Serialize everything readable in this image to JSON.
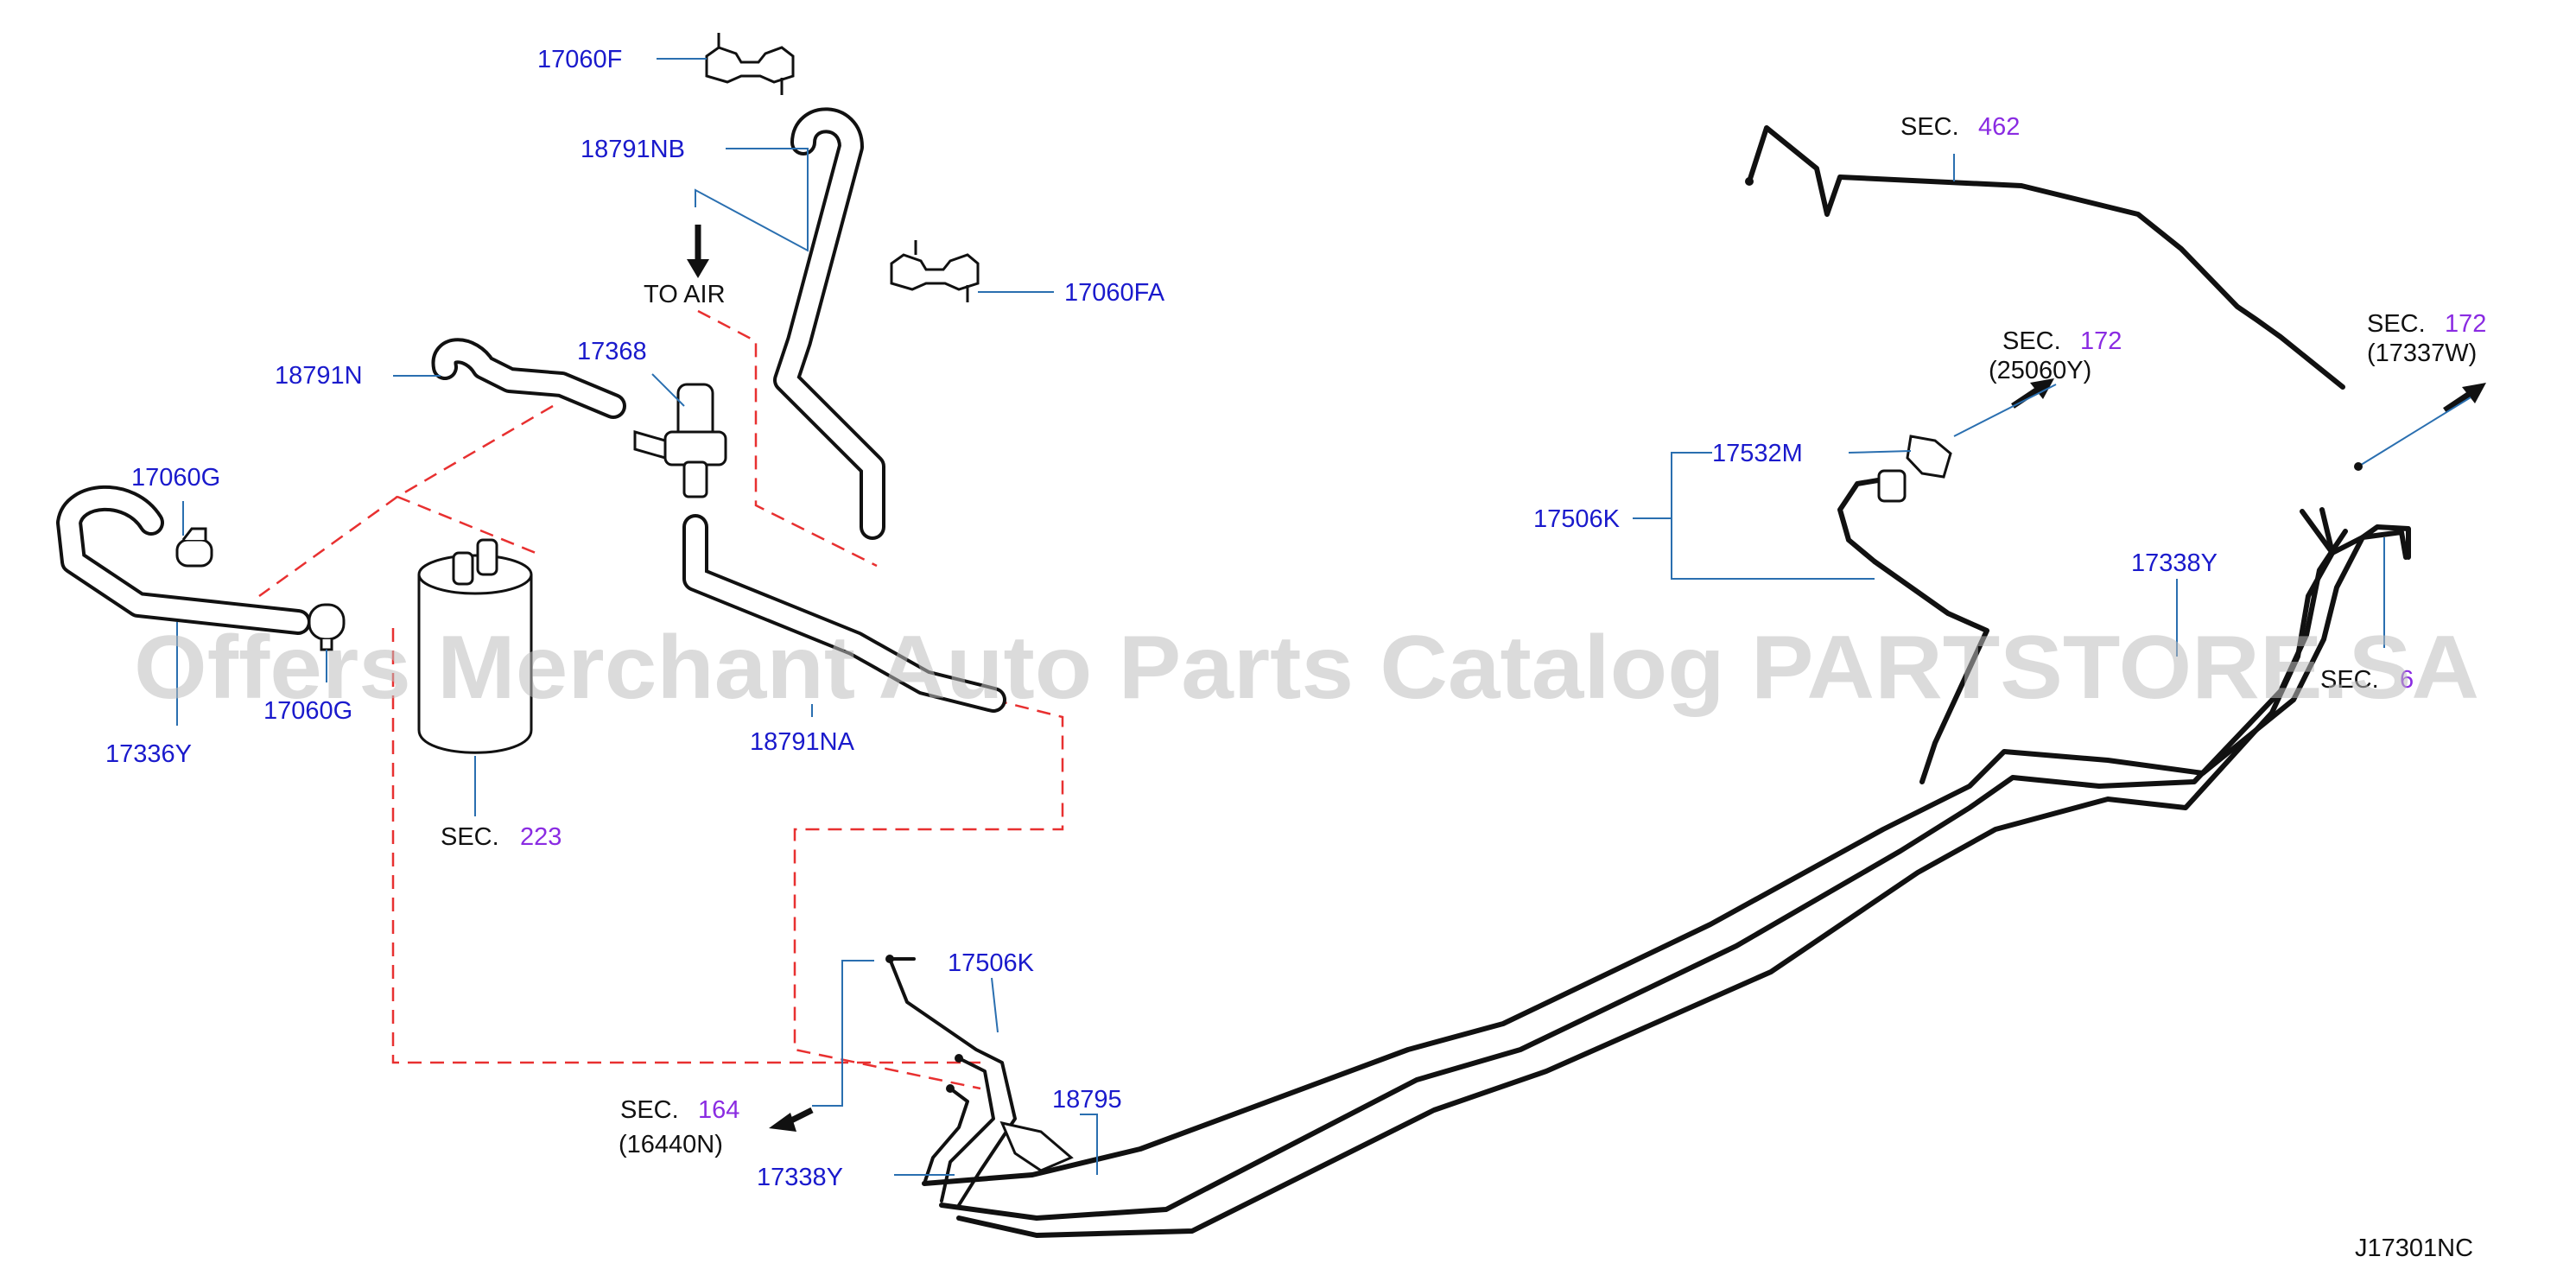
{
  "diagram": {
    "id_label": "J17301NC",
    "watermark": "Offers Merchant Auto Parts Catalog PARTSTORE.SA",
    "part_labels": {
      "p17060F": "17060F",
      "p18791NB": "18791NB",
      "p17060FA": "17060FA",
      "p18791N": "18791N",
      "p17368": "17368",
      "p17060G_top": "17060G",
      "p17060G_bottom": "17060G",
      "p17336Y": "17336Y",
      "p18791NA": "18791NA",
      "p17506K_left": "17506K",
      "p18795": "18795",
      "p17338Y_left": "17338Y",
      "p17532M": "17532M",
      "p17506K_right": "17506K",
      "p17338Y_right": "17338Y"
    },
    "to_air": "TO  AIR",
    "sections": {
      "sec_word": "SEC.",
      "s223": "223",
      "s164": "164",
      "s164_ref": "(16440N)",
      "s462": "462",
      "s172a": "172",
      "s172a_ref": "(25060Y)",
      "s172b": "172",
      "s172b_ref": "(17337W)",
      "s6x": "6"
    }
  }
}
